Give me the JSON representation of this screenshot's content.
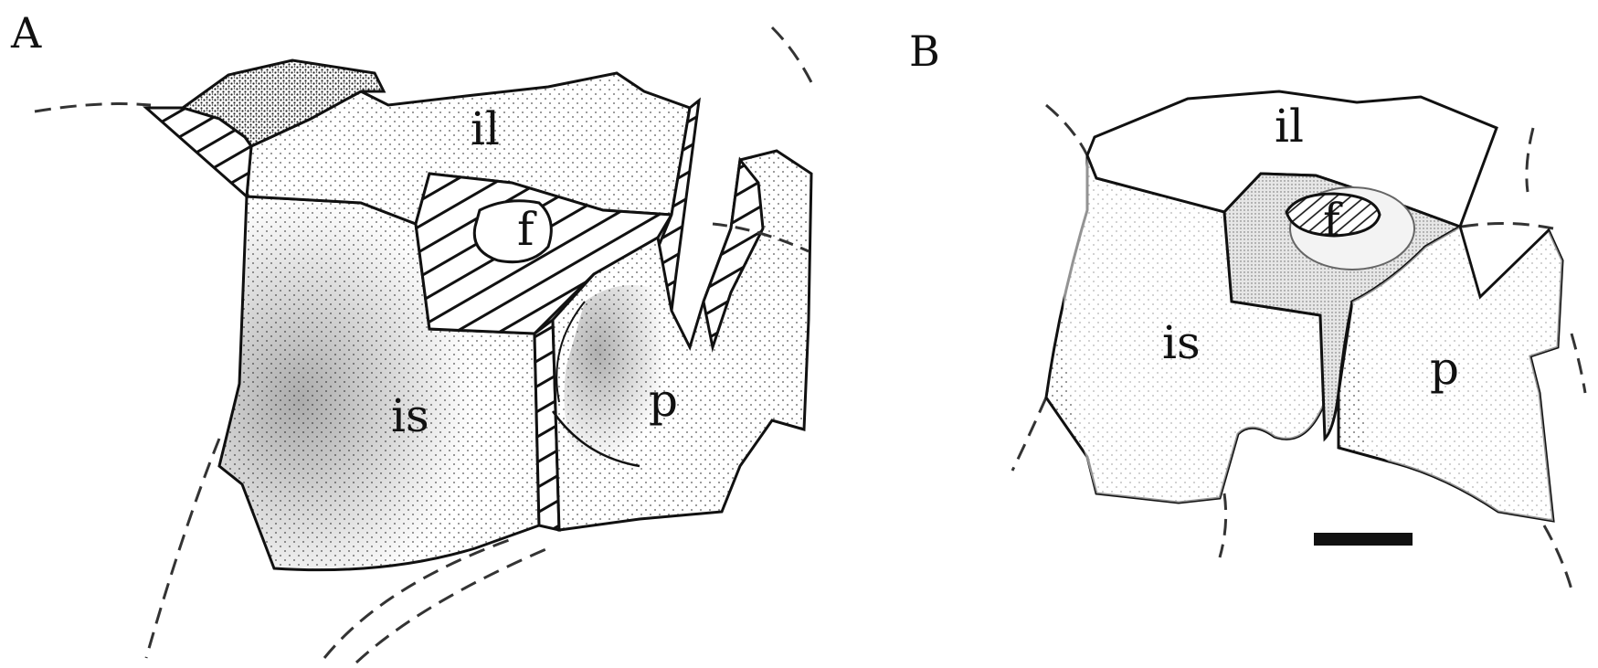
{
  "panels": [
    {
      "panel_label": "A",
      "bone_labels": {
        "ilium": "il",
        "ischium": "is",
        "pubis": "p",
        "foramen": "f"
      }
    },
    {
      "panel_label": "B",
      "bone_labels": {
        "ilium": "il",
        "ischium": "is",
        "pubis": "p",
        "foramen": "f"
      }
    }
  ],
  "colors": {
    "ink": "#111111",
    "dashed": "#333333",
    "stipple": "#444444"
  }
}
